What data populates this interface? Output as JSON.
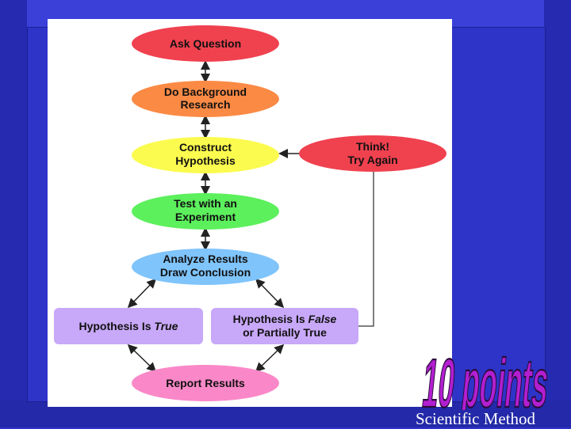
{
  "diagram": {
    "nodes": {
      "ask_question": {
        "lines": [
          "Ask Question"
        ],
        "color": "#f0414f"
      },
      "background_research": {
        "lines": [
          "Do Background",
          "Research"
        ],
        "color": "#fb8a45"
      },
      "construct_hypothesis": {
        "lines": [
          "Construct",
          "Hypothesis"
        ],
        "color": "#fbfb4f"
      },
      "test_experiment": {
        "lines": [
          "Test with an",
          "Experiment"
        ],
        "color": "#5cf05c"
      },
      "analyze_results": {
        "lines": [
          "Analyze Results",
          "Draw Conclusion"
        ],
        "color": "#7fc4fb"
      },
      "think_try_again": {
        "lines": [
          "Think!",
          "Try Again"
        ],
        "color": "#f0414f"
      },
      "hypothesis_true": {
        "prefix": "Hypothesis Is ",
        "emphasis": "True",
        "color": "#c8a8f8"
      },
      "hypothesis_false": {
        "prefix": "Hypothesis Is ",
        "emphasis": "False",
        "line2": "or Partially True",
        "color": "#c8a8f8"
      },
      "report_results": {
        "lines": [
          "Report Results"
        ],
        "color": "#fa88c8"
      }
    }
  },
  "badge": {
    "text": "10 points",
    "color": "#b21fd0"
  },
  "footer": {
    "label": "Scientific Method"
  }
}
